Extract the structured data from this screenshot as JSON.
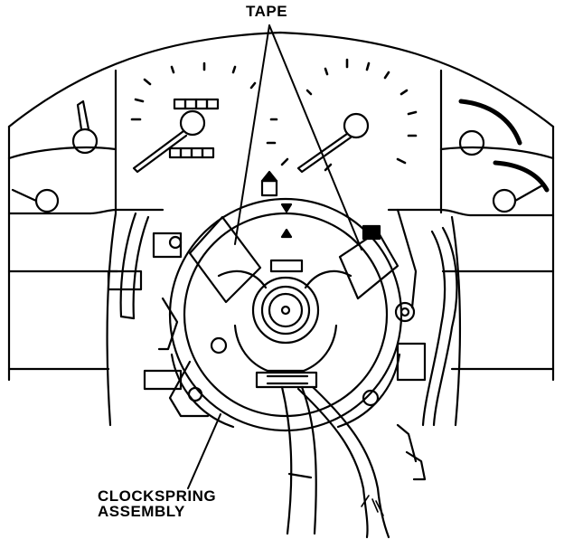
{
  "labels": {
    "tape": "TAPE",
    "clockspring_line1": "CLOCKSPRING",
    "clockspring_line2": "ASSEMBLY"
  },
  "colors": {
    "ink": "#000000",
    "paper": "#ffffff"
  }
}
